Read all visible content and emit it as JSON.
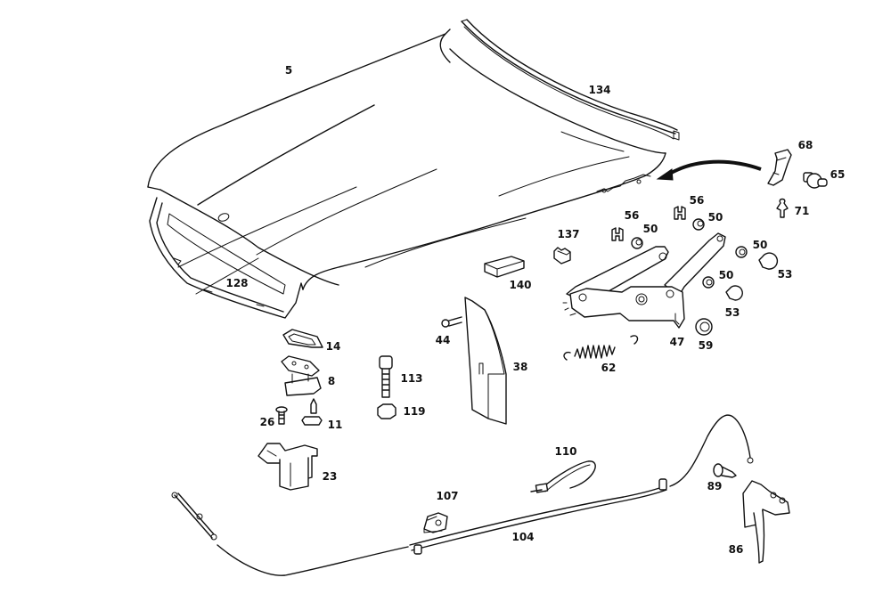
{
  "diagram": {
    "title": "Hood, hood lock and release cable — exploded parts view",
    "callouts": [
      {
        "id": "hood",
        "label": "5"
      },
      {
        "id": "hood-seal",
        "label": "134"
      },
      {
        "id": "hood-bracket",
        "label": "68"
      },
      {
        "id": "bolt-65",
        "label": "65"
      },
      {
        "id": "clip-71",
        "label": "71"
      },
      {
        "id": "clip-56a",
        "label": "56"
      },
      {
        "id": "clip-56b",
        "label": "56"
      },
      {
        "id": "bushing-50a",
        "label": "50"
      },
      {
        "id": "bushing-50b",
        "label": "50"
      },
      {
        "id": "bushing-50c",
        "label": "50"
      },
      {
        "id": "bushing-50d",
        "label": "50"
      },
      {
        "id": "bumper-53a",
        "label": "53"
      },
      {
        "id": "bumper-53b",
        "label": "53"
      },
      {
        "id": "clip-137",
        "label": "137"
      },
      {
        "id": "pad-140",
        "label": "140"
      },
      {
        "id": "hinge",
        "label": "47"
      },
      {
        "id": "nut-59",
        "label": "59"
      },
      {
        "id": "spring",
        "label": "62"
      },
      {
        "id": "insulation",
        "label": "128"
      },
      {
        "id": "gasket",
        "label": "14"
      },
      {
        "id": "hood-lock",
        "label": "8"
      },
      {
        "id": "bolt-113",
        "label": "113"
      },
      {
        "id": "nut-119",
        "label": "119"
      },
      {
        "id": "screw-26",
        "label": "26"
      },
      {
        "id": "screw-11",
        "label": "11"
      },
      {
        "id": "lock-lower",
        "label": "23"
      },
      {
        "id": "rivet-44",
        "label": "44"
      },
      {
        "id": "cover-38",
        "label": "38"
      },
      {
        "id": "cable-tie",
        "label": "110"
      },
      {
        "id": "cable-holder",
        "label": "107"
      },
      {
        "id": "release-cable",
        "label": "104"
      },
      {
        "id": "screw-89",
        "label": "89"
      },
      {
        "id": "release-handle",
        "label": "86"
      }
    ]
  }
}
